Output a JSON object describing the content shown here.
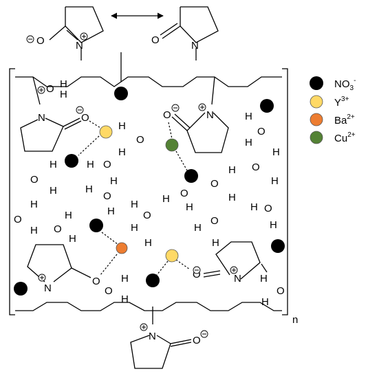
{
  "legend": [
    {
      "base": "NO",
      "sub": "3",
      "sup": "-",
      "color": "#000000"
    },
    {
      "base": "Y",
      "sub": "",
      "sup": "3+",
      "color": "#ffd966"
    },
    {
      "base": "Ba",
      "sub": "",
      "sup": "2+",
      "color": "#ed7d31"
    },
    {
      "base": "Cu",
      "sub": "",
      "sup": "2+",
      "color": "#548235"
    }
  ],
  "labels": {
    "O": "O",
    "N": "N",
    "H": "H",
    "minus": "−",
    "plus": "+",
    "repeat": "n"
  },
  "atoms": {
    "nitrate": "NO3-",
    "yttrium": "Y3+",
    "barium": "Ba2+",
    "copper": "Cu2+"
  }
}
